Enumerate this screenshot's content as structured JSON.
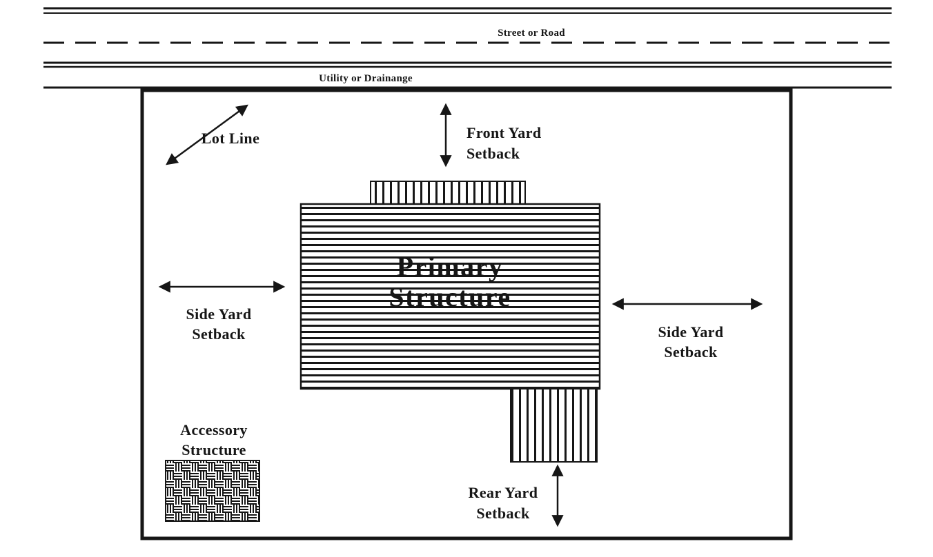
{
  "diagram": {
    "street_label": "Street or Road",
    "utility_label": "Utility or Drainange",
    "lot_line_label": "Lot Line",
    "front_yard": {
      "line1": "Front Yard",
      "line2": "Setback"
    },
    "side_yard_left": {
      "line1": "Side Yard",
      "line2": "Setback"
    },
    "side_yard_right": {
      "line1": "Side Yard",
      "line2": "Setback"
    },
    "primary_structure": {
      "line1": "Primary",
      "line2": "Structure"
    },
    "accessory_structure": {
      "line1": "Accessory",
      "line2": "Structure"
    },
    "rear_yard": {
      "line1": "Rear Yard",
      "line2": "Setback"
    },
    "colors": {
      "ink": "#161616",
      "background": "#ffffff"
    }
  }
}
